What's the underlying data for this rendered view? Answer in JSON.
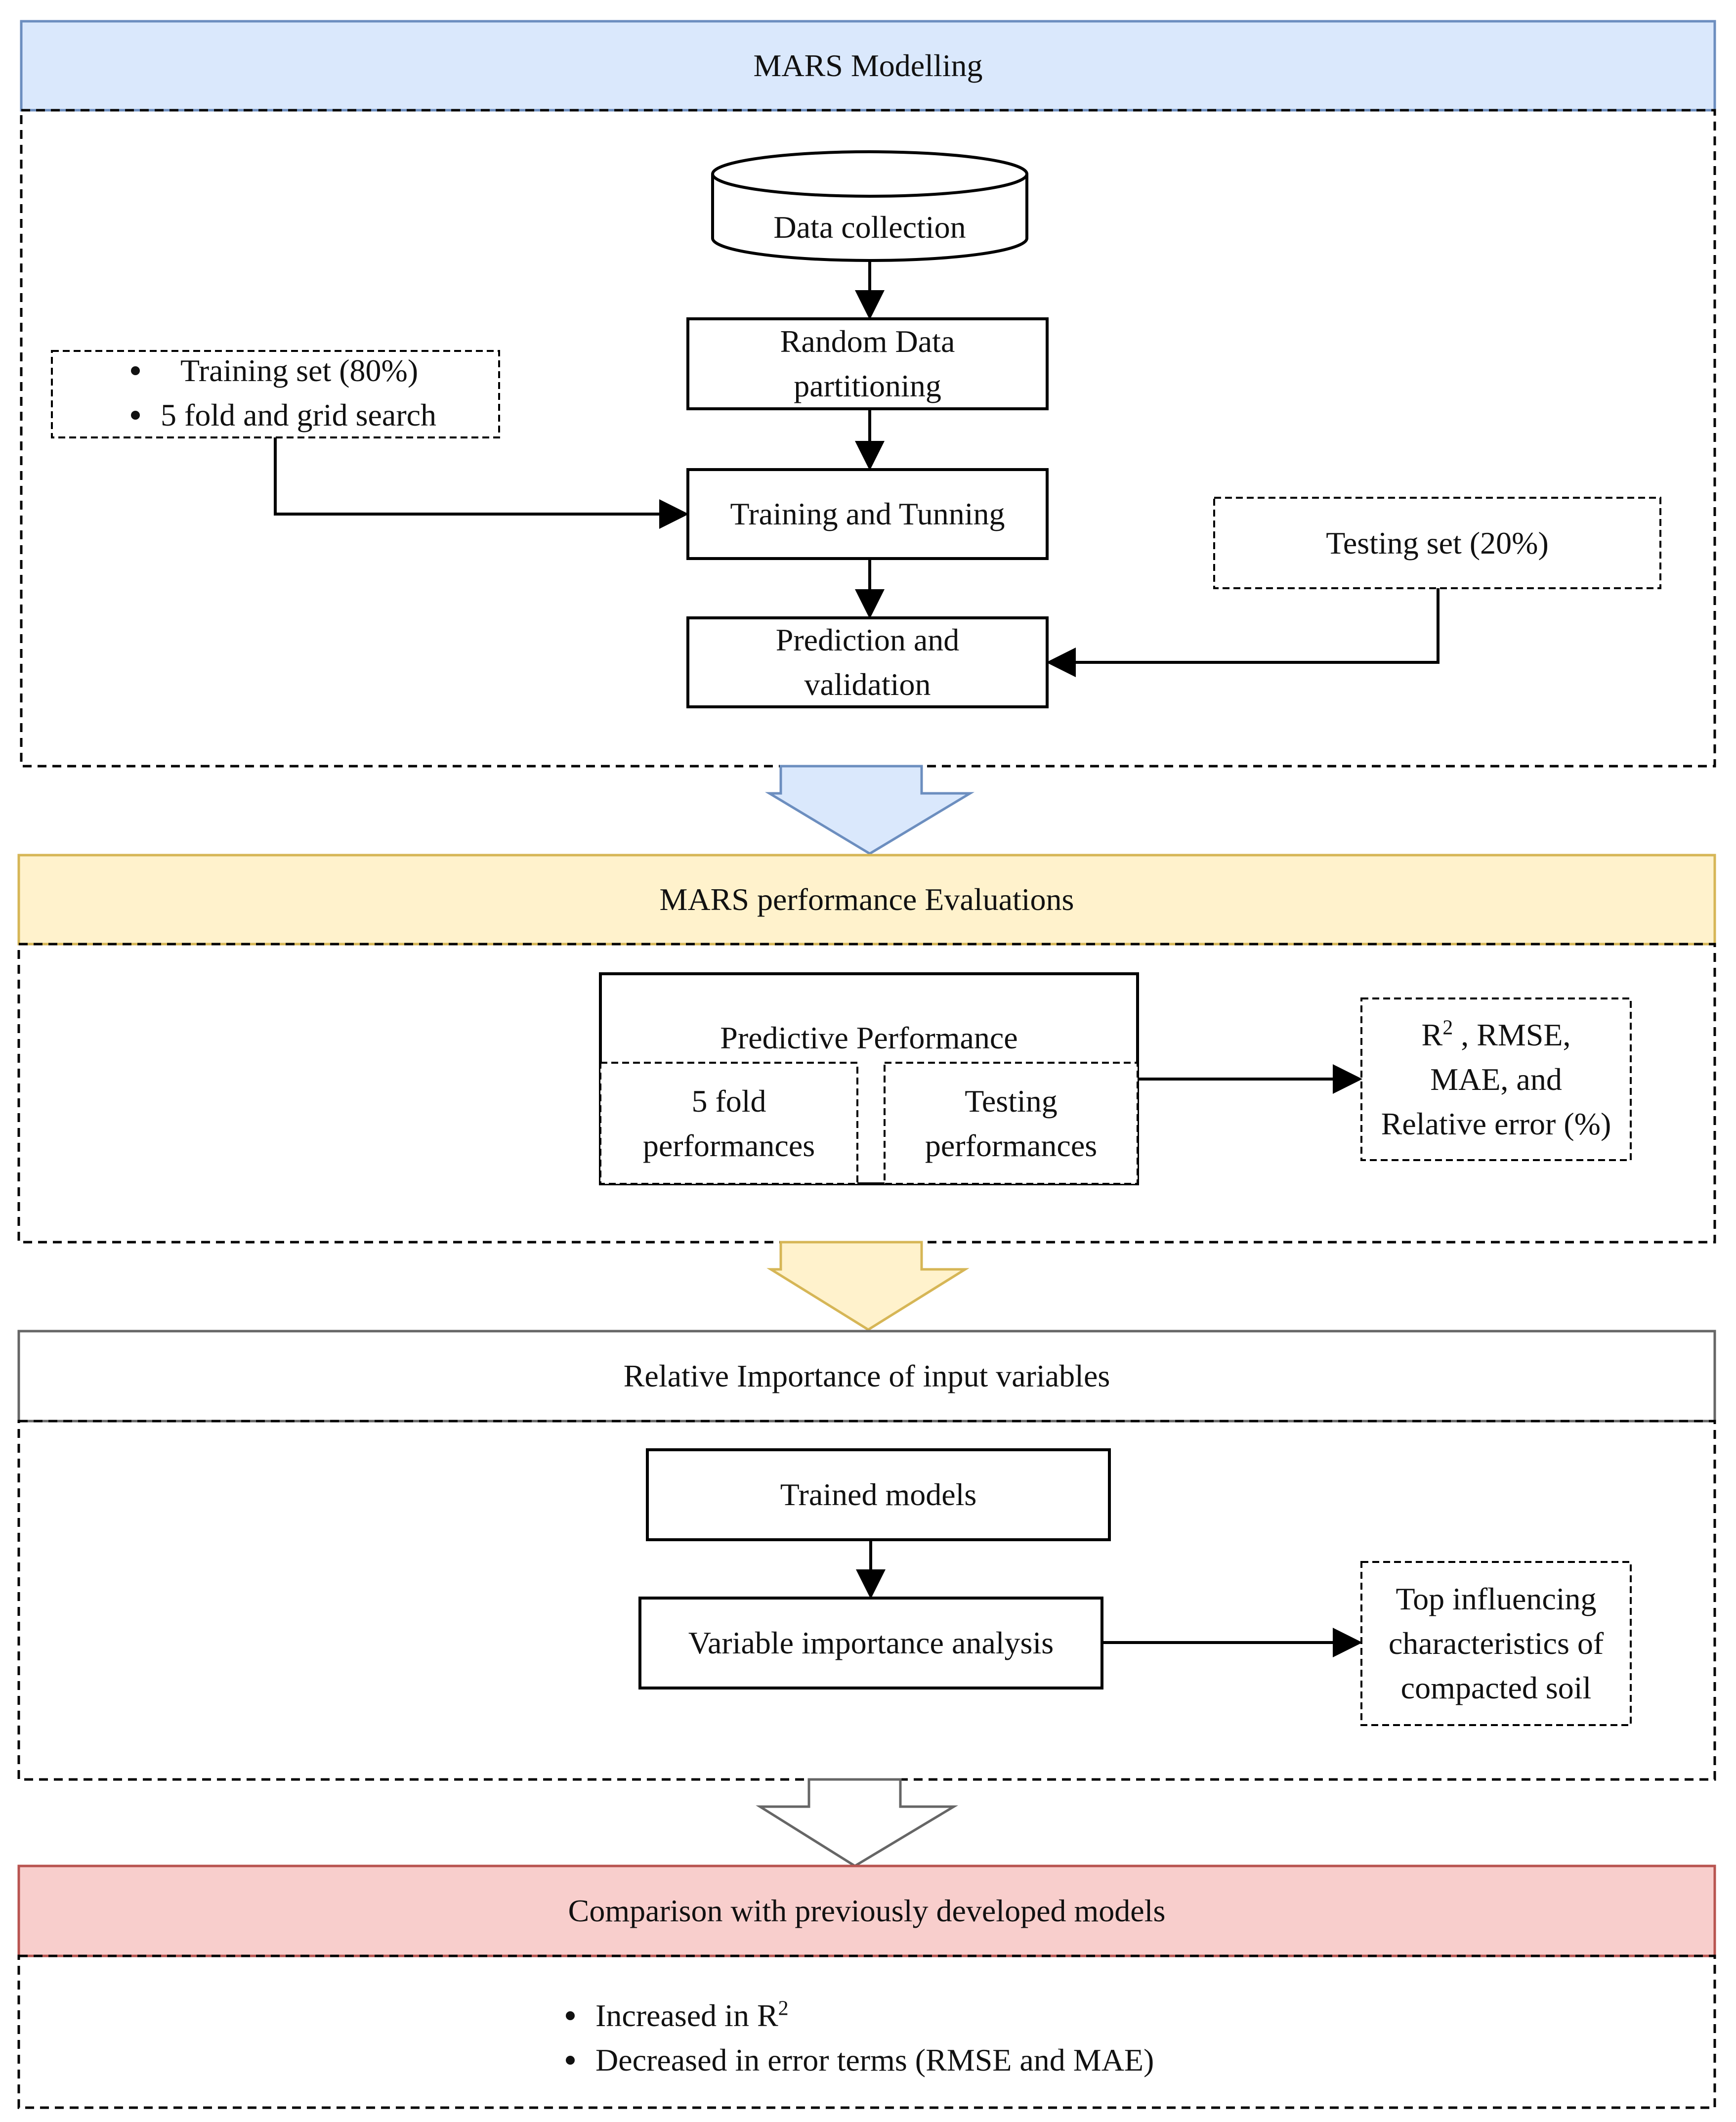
{
  "colors": {
    "section1_header": "#dae8fc",
    "section1_border": "#6c8ebf",
    "section2_header": "#fff2cc",
    "section2_border": "#d6b656",
    "section3_header": "#ffffff",
    "section3_border": "#666666",
    "section4_header": "#f8cecc",
    "section4_border": "#b85450"
  },
  "section1": {
    "header": "MARS Modelling",
    "data_collection": "Data collection",
    "partitioning": [
      "Random Data",
      "partitioning"
    ],
    "training": "Training and Tunning",
    "prediction": [
      "Prediction and",
      "validation"
    ],
    "training_notes": [
      "Training set (80%)",
      "5 fold and grid search"
    ],
    "testing_set": "Testing set (20%)"
  },
  "section2": {
    "header": "MARS performance Evaluations",
    "predictive_title": "Predictive Performance",
    "fold_perf": [
      "5 fold",
      "performances"
    ],
    "testing_perf": [
      "Testing",
      "performances"
    ],
    "metrics_r": "R",
    "metrics_sup": "2",
    "metrics_rest": " , RMSE,",
    "metrics_line2": "MAE, and",
    "metrics_line3": "Relative error (%)"
  },
  "section3": {
    "header": "Relative Importance of input variables",
    "trained": "Trained models",
    "var_importance": "Variable importance analysis",
    "top": [
      "Top influencing",
      "characteristics of",
      "compacted soil"
    ]
  },
  "section4": {
    "header": "Comparison with previously developed models",
    "bullet1_text": "Increased in R",
    "bullet1_sup": "2",
    "bullet2": "Decreased in error terms (RMSE and MAE)"
  }
}
